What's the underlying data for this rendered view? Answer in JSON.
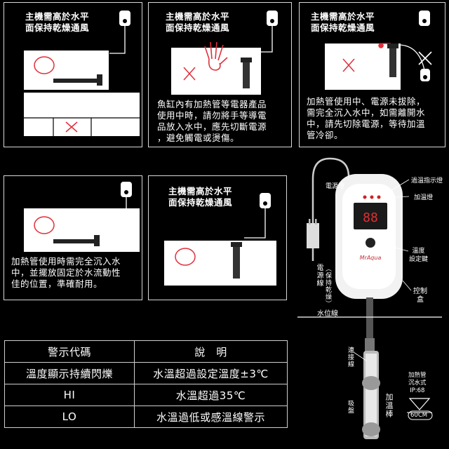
{
  "panels": {
    "p1": {
      "title": "主機需高於水平\n面保持乾燥通風"
    },
    "p2": {
      "title": "主機需高於水平\n面保持乾燥通風",
      "body": "魚缸內有加熱管等電器產品\n使用中時，請勿將手等導電\n品放入水中，應先切斷電源\n，避免觸電或燙傷。"
    },
    "p3": {
      "title": "主機需高於水平\n面保持乾燥通風",
      "body": "加熱管使用中、電源未拔除，\n需完全沉入水中，如需離開水\n中，請先切除電源，等待加溫\n管冷卻。"
    },
    "p4": {
      "body": "加熱管使用時需完全沉入水\n中，並擺放固定於水流動性\n佳的位置，準確耐用。"
    },
    "p5": {
      "title": "主機需高於水平\n面保持乾燥通風"
    }
  },
  "device": {
    "labels": {
      "power_light": "電源燈",
      "overtemp_light": "過溫指示燈",
      "heating_light": "加溫燈",
      "temp_set_key": "溫度\n設定鍵",
      "control_box": "控制\n盒",
      "power_cord": "電源線",
      "keep_dry": "（保持乾燥）",
      "water_line": "水位線",
      "connect_wire": "連接線",
      "suction_cup": "吸盤",
      "heater_rod": "加溫棒",
      "heater_spec": "加熱管\n沉水式\nIP:68",
      "depth": "60CM"
    },
    "display": "88",
    "brand": "MrAqua"
  },
  "warning_table": {
    "headers": [
      "警示代碼",
      "說　明"
    ],
    "rows": [
      [
        "溫度顯示持續閃爍",
        "水溫超過設定溫度±3℃"
      ],
      [
        "HI",
        "水溫超過35℃"
      ],
      [
        "LO",
        "水溫過低或感溫線警示"
      ]
    ]
  }
}
